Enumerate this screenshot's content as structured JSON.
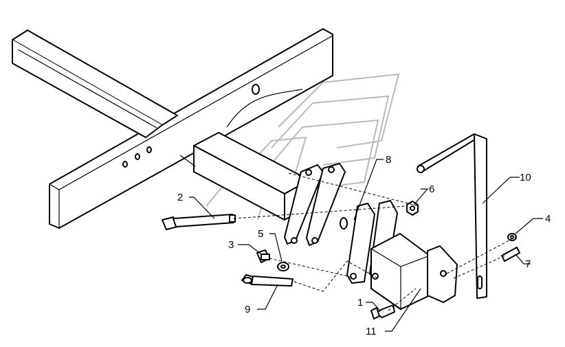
{
  "callouts": {
    "c1": "1",
    "c2": "2",
    "c3": "3",
    "c4": "4",
    "c5": "5",
    "c6": "6",
    "c7": "7",
    "c8": "8",
    "c9": "9",
    "c10": "10",
    "c11": "11"
  },
  "colors": {
    "line": "#000000",
    "watermark": "#b9b9b9",
    "background": "#ffffff"
  }
}
